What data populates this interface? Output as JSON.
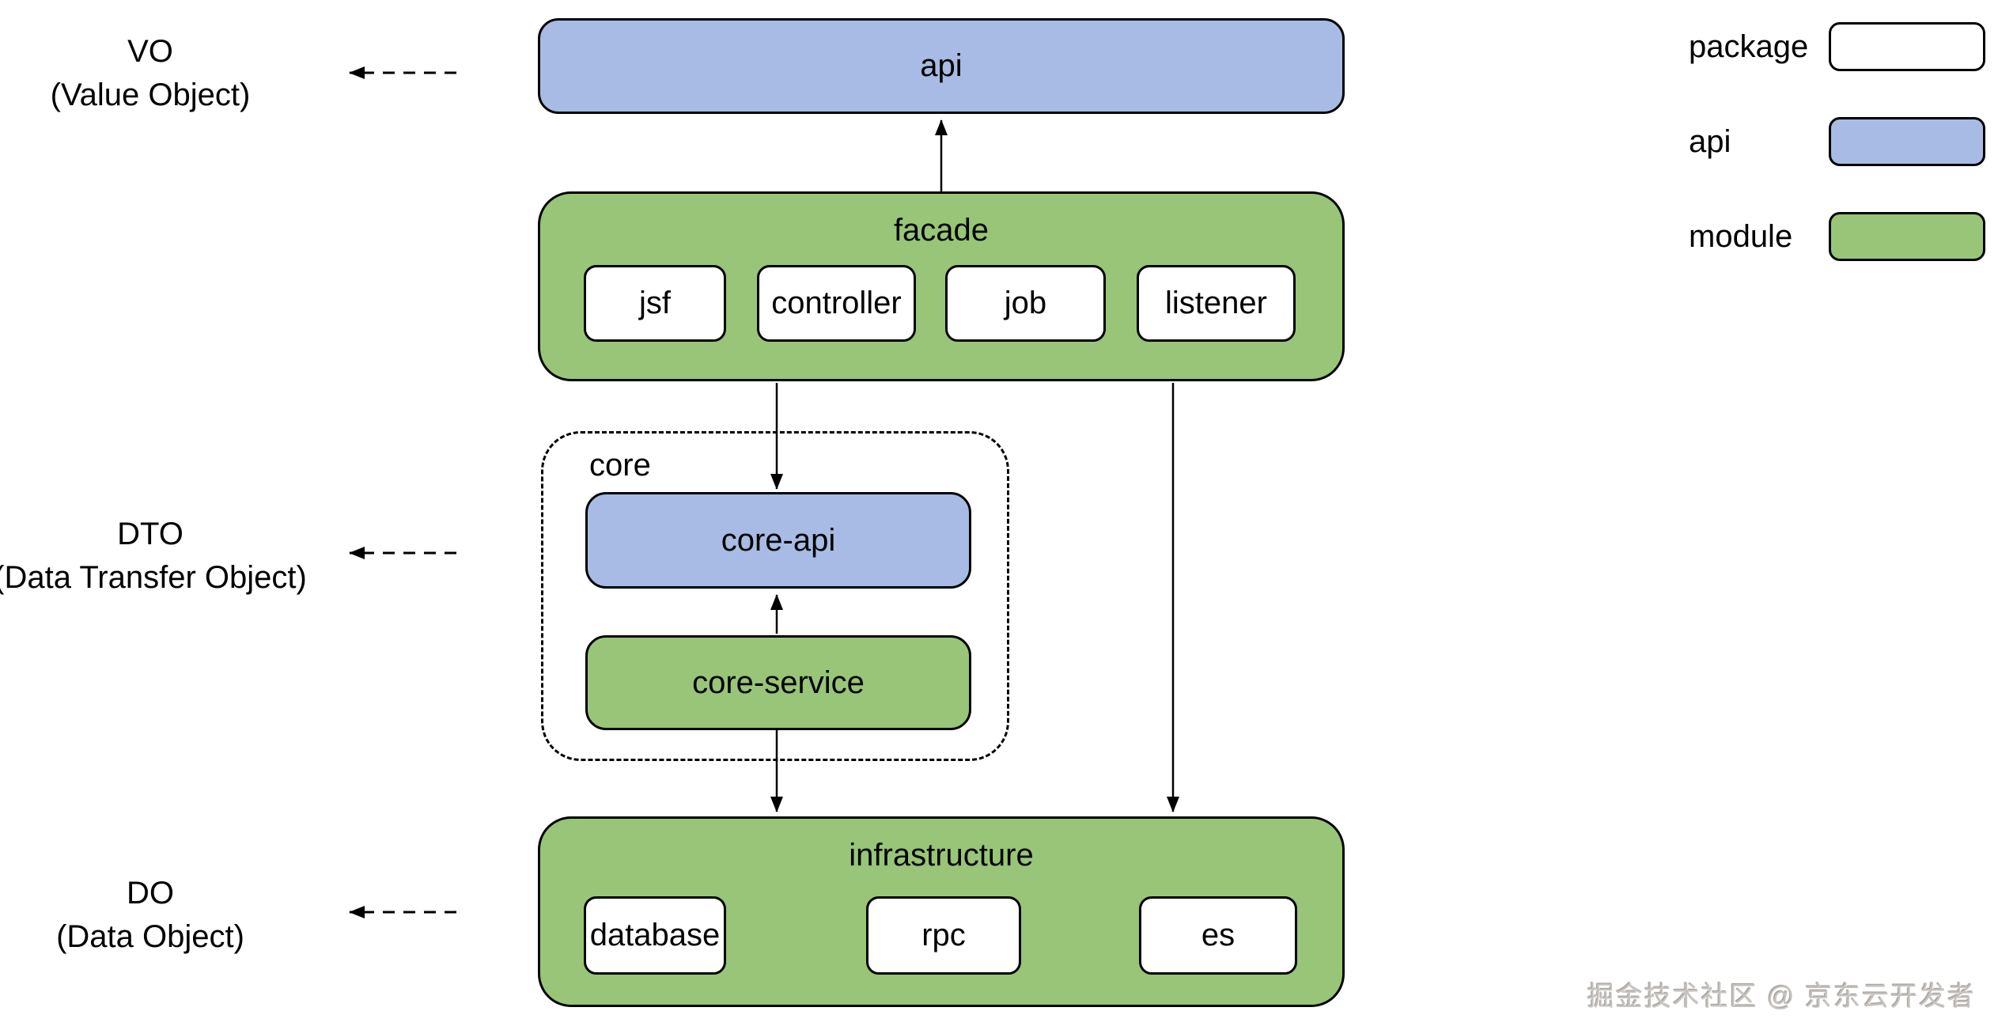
{
  "labels": {
    "vo": {
      "title": "VO",
      "subtitle": "(Value Object)"
    },
    "dto": {
      "title": "DTO",
      "subtitle": "(Data Transfer Object)"
    },
    "do": {
      "title": "DO",
      "subtitle": "(Data Object)"
    }
  },
  "nodes": {
    "api": "api",
    "facade": "facade",
    "facade_children": [
      "jsf",
      "controller",
      "job",
      "listener"
    ],
    "core": "core",
    "core_api": "core-api",
    "core_service": "core-service",
    "infrastructure": "infrastructure",
    "infrastructure_children": [
      "database",
      "rpc",
      "es"
    ]
  },
  "legend": [
    {
      "label": "package"
    },
    {
      "label": "api"
    },
    {
      "label": "module"
    }
  ],
  "colors": {
    "api_fill": "#a7bbe4",
    "module_fill": "#98c577",
    "package_fill": "#ffffff",
    "border": "#000000"
  },
  "watermark": "掘金技术社区 @ 京东云开发者"
}
